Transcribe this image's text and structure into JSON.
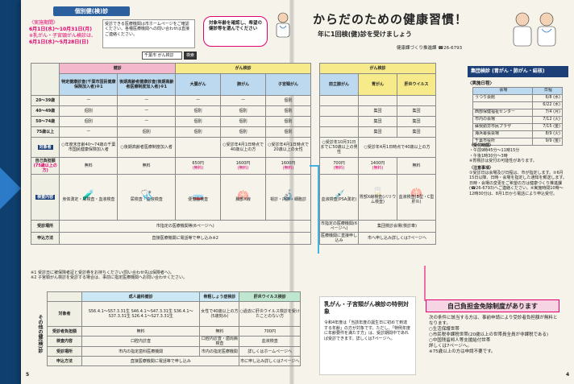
{
  "colors": {
    "navy": "#1c3f78",
    "pink": "#e0006e",
    "blue": "#2c7bc8",
    "background": "#0f3f6e"
  },
  "top_left": {
    "title": "個別健(検)診",
    "period_lines": [
      "〈実施期間〉",
      "6月1日(水)〜10月31日(月)",
      "※乳がん・子宮頸がん検診は、",
      "6月1日(水)〜5月28日(日)"
    ],
    "note": "受診できる医療機関は市ホームページをご確認ください。各種医療機関への問い合わせは直接ご連絡ください。",
    "search_text": "千葉市 がん検診",
    "search_button": "検索"
  },
  "bubble": "対象年齢を確認し、希望の健診等を選んでください",
  "headline": "からだのための健康習慣！",
  "subhead": "年に1回検(健)診を受けましょう",
  "contact": "健康課づくり推進課 ☎26-6793",
  "table1": {
    "group_headers": [
      "健診",
      "がん検診"
    ],
    "col_headers": [
      "特定健康診査(千葉市国民健康保険加入者)※1",
      "後期高齢者健康診査(後期高齢者医療制度加入者)※1",
      "大腸がん",
      "肺がん",
      "子宮頸がん"
    ],
    "age_rows": [
      {
        "age": "20〜39歳",
        "cells": [
          "ー",
          "ー",
          "ー",
          "ー",
          "個別"
        ]
      },
      {
        "age": "40〜49歳",
        "cells": [
          "個別",
          "ー",
          "個別",
          "個別",
          "個別"
        ]
      },
      {
        "age": "50〜74歳",
        "cells": [
          "個別",
          "ー",
          "個別",
          "個別",
          "個別"
        ]
      },
      {
        "age": "75歳以上",
        "cells": [
          "ー",
          "個別",
          "個別",
          "個別",
          "個別"
        ]
      }
    ],
    "target_label": "対象者",
    "target_cells": [
      "○年度末年齢40〜74歳の千葉市国民健康保険加入者",
      "○後期高齢者医療制度加入者",
      "",
      "○受診年4月1日時点で40歳以上の方",
      "○受診年4月1日時点で20歳以上の女性"
    ],
    "fee_label": "自己負担額",
    "fee_sublabel": "(75歳以上の方)",
    "fee_cells": [
      "無料",
      "無料",
      "650円",
      "1600円",
      "1600円"
    ],
    "fee_sub_cells": [
      "",
      "",
      "(無料)",
      "(無料)",
      "(無料)"
    ],
    "content_label": "検査内容",
    "content_cells": [
      "身体測定・尿検査・血液検査",
      "尿検査・血液検査",
      "便潜血検査",
      "胸部X線",
      "視診・内診・細胞診"
    ],
    "place_label": "受診場所",
    "place_text": "市指定の医療機関等(6ページへ)",
    "apply_label": "申込方法",
    "apply_text": "直接医療機関に電話等で申し込み※2"
  },
  "table2": {
    "group_header": "がん検診",
    "col_headers": [
      "前立腺がん",
      "胃がん",
      "肝炎ウイルス"
    ],
    "rows": [
      {
        "cells": [
          "",
          "",
          ""
        ]
      },
      {
        "cells": [
          "",
          "集団",
          "集団"
        ]
      },
      {
        "cells": [
          "",
          "集団",
          "集団"
        ]
      },
      {
        "cells": [
          "",
          "集団",
          "集団"
        ]
      }
    ],
    "target_cells": [
      "○受診年10月31日までに50歳以上の男性",
      "○受診年4月1日時点で40歳以上の方"
    ],
    "fee_cells": [
      "700円",
      "1400円",
      "無料"
    ],
    "fee_sub_cells": [
      "(無料)",
      "(無料)",
      ""
    ],
    "content_cells": [
      "血液検査(PSA測定)",
      "胃部X線検査(バリウム検査)",
      "血液検査(B型・C型肝炎)"
    ],
    "place_label": "市指定の医療機関(6ページへ)",
    "place_text": "集団検診会場(検診車)",
    "apply_label": "医療機関に直接申し込み",
    "apply_text": "市へ申し込み詳しくは7ページへ"
  },
  "group_checkup": {
    "title": "集団検診 (胃がん・肺がん・結核)",
    "schedule_label": "〈実施日程〉",
    "table_headers": [
      "会場",
      "日程"
    ],
    "rows": [
      {
        "venue": "うつり会館",
        "date": "6/8 (水)"
      },
      {
        "venue": "",
        "date": "6/22 (水)"
      },
      {
        "venue": "西部保健福祉センター",
        "date": "7/4 (月)"
      },
      {
        "venue": "市内の会場",
        "date": "7/12 (火)"
      },
      {
        "venue": "蘇我勤労市民プラザ",
        "date": "7/15 (金)"
      },
      {
        "venue": "海浜幕張会場",
        "date": "8/9 (火)"
      },
      {
        "venue": "千葉市役所",
        "date": "9/9 (金)"
      }
    ],
    "time_label": "〈受付時間〉",
    "time_lines": [
      "・午前9時45分〜11時15分",
      "・午後1時30分〜3時",
      "※胃検診は受付の可能性があります。"
    ],
    "notes_label": "〈注意事項〉",
    "notes_text": "①受診日は会場及び日程は、市が指定します。②6月15日以降、日時・会場を指定した通知を郵送します。日時・会場の変更をご希望の方は健康づくり推進課(☎26-6793)へご連絡ください。※実施時間10時〜12時30分は、8月1日から電話により申込受付。"
  },
  "notes": [
    "※1 受診日に被保険者証と受診券をお持ちください(問い合わせ先は保険者へ)。",
    "※2 子宮頸がん検診を受診する場合は、事前に指定医療機関へお問い合わせください。"
  ],
  "table4": {
    "vertical_label": "その他の健(検)診",
    "col_headers": [
      "成人歯科健診",
      "骨粗しょう症検診",
      "肝炎ウイルス検診"
    ],
    "target_label": "対象者",
    "target_cells": [
      "S56.4.1〜S57.3.31生 S46.4.1〜S47.3.31生 S36.4.1〜S37.3.31生 S26.4.1〜S27.3.31生",
      "女性で40歳以上の方(5歳刻み)",
      "○過去に肝炎ウイルス検診を受けたことのない方"
    ],
    "fee_label": "受診者負担額",
    "fee_cells": [
      "無料",
      "無料",
      "700円"
    ],
    "content_label": "検査内容",
    "content_cells": [
      "口腔内診査",
      "口腔内診査・歯周病検査",
      "血液検査"
    ],
    "place_label": "受診場所",
    "place_cells": [
      "市内の指定歯科医療機関",
      "市内の指定医療機関",
      "詳しくはホームページへ"
    ],
    "apply_label": "申込方法",
    "apply_cells": [
      "直接医療機関に電話等で申し込み",
      "",
      "市に申し込み詳しくは7ページへ"
    ]
  },
  "breast_box": {
    "title": "乳がん・子宮頸がん検診の特例対象",
    "text": "令和4年度は「当該年度の誕生日に初めて到達する年齢」の方が対象です。ただし、「特例年度に年齢要件を満たす方」は、受診期間中であれば受診できます。詳しくは7ページへ。"
  },
  "exemption": {
    "title": "自己負担金免除制度があります",
    "lines": [
      "次の条件に該当する方は、事前申請により受診者負担額が無料となります。",
      "○生活保護世帯",
      "○市民税非課税世帯(20歳以上の世帯員全員が非課税である)",
      "○中国残留邦人等支援給付世帯",
      "詳しくは7ページへ。",
      "※75歳以上の方は申請不要です。"
    ]
  },
  "page_numbers": [
    "5",
    "4"
  ]
}
